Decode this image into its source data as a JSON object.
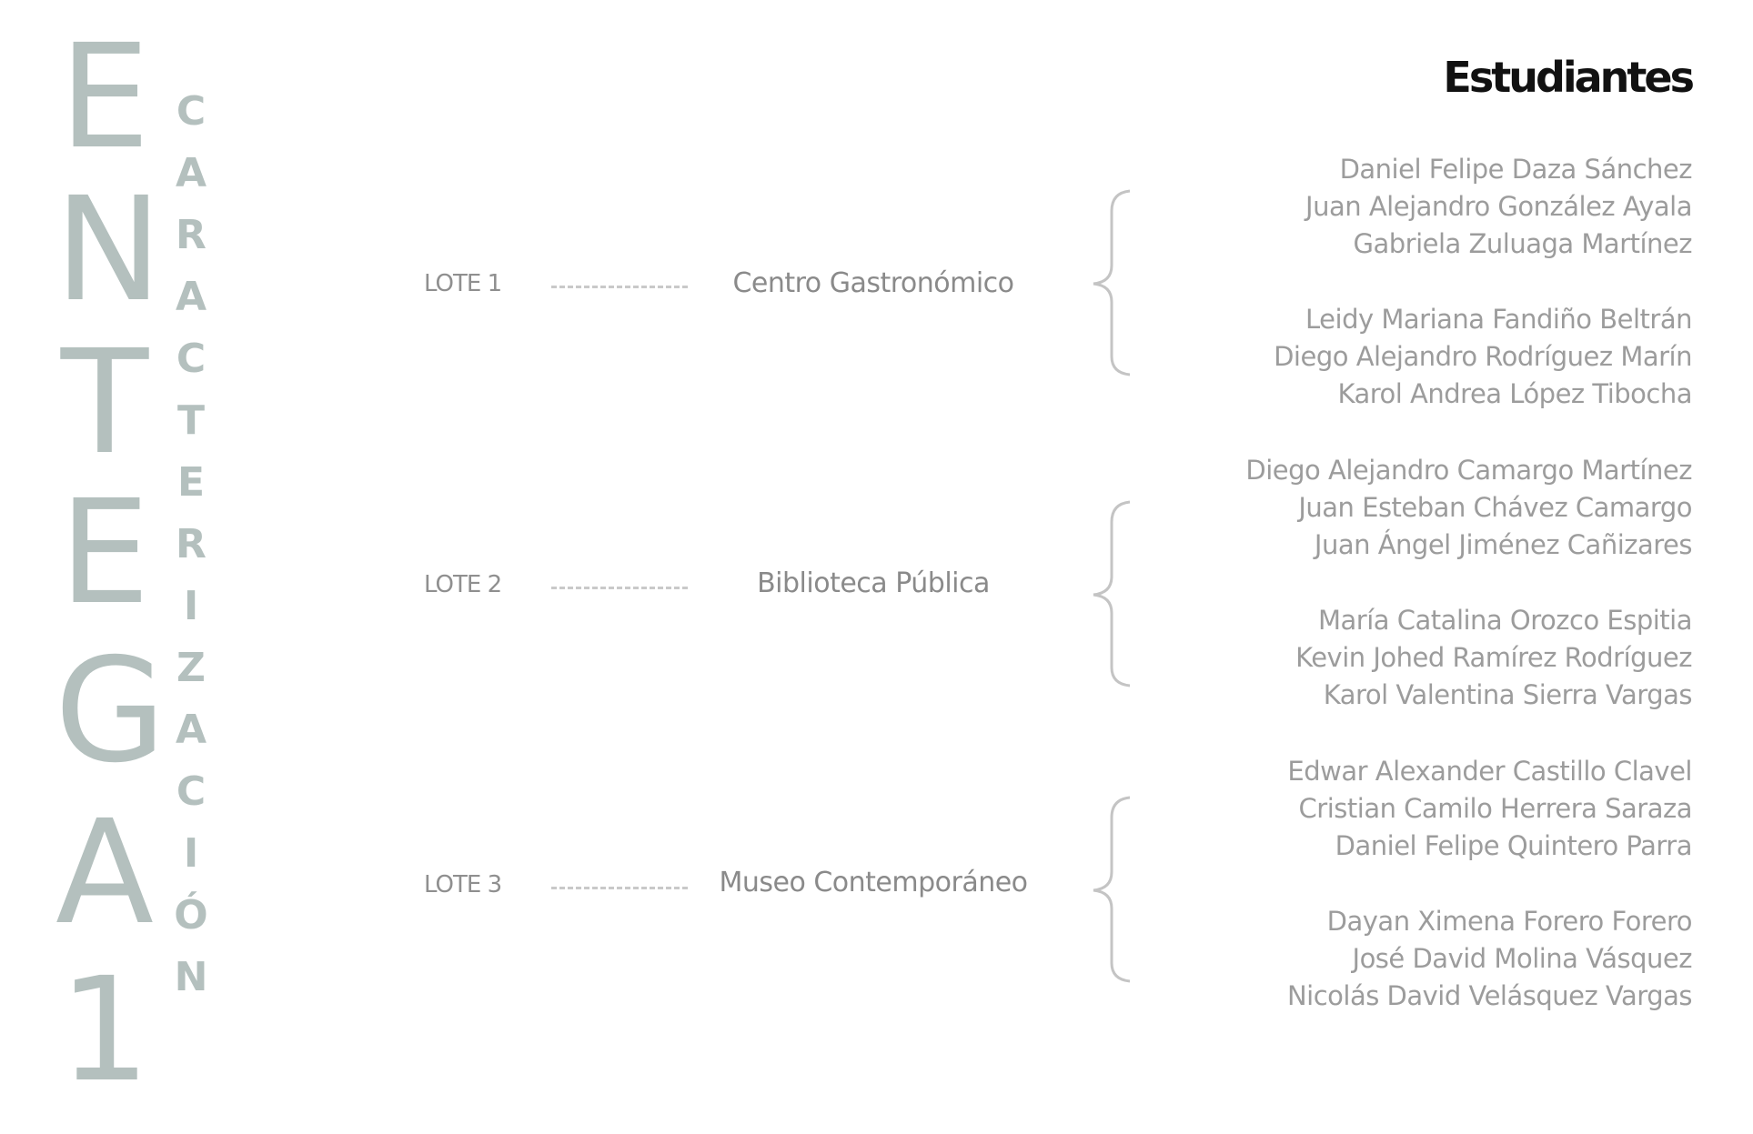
{
  "colors": {
    "accent": "#b4c0be",
    "title": "#111111",
    "text": "#9c9c9c",
    "bracket": "#c4c4c4"
  },
  "side_title": {
    "big_letters": [
      "E",
      "N",
      "T",
      "E",
      "G",
      "A",
      "1"
    ],
    "small_letters": [
      "C",
      "A",
      "R",
      "A",
      "C",
      "T",
      "E",
      "R",
      "I",
      "Z",
      "A",
      "C",
      "I",
      "Ó",
      "N"
    ]
  },
  "header": {
    "title": "Estudiantes"
  },
  "lotes": [
    {
      "label": "LOTE 1",
      "place": "Centro Gastronómico",
      "students_top": [
        "Daniel Felipe Daza Sánchez",
        "Juan Alejandro González Ayala",
        "Gabriela Zuluaga Martínez"
      ],
      "students_bottom": [
        "Leidy Mariana Fandiño Beltrán",
        "Diego Alejandro Rodríguez Marín",
        "Karol Andrea López Tibocha"
      ]
    },
    {
      "label": "LOTE 2",
      "place": "Biblioteca Pública",
      "students_top": [
        "Diego Alejandro Camargo Martínez",
        "Juan Esteban Chávez Camargo",
        "Juan Ángel Jiménez Cañizares"
      ],
      "students_bottom": [
        "María Catalina Orozco Espitia",
        "Kevin Johed Ramírez Rodríguez",
        "Karol Valentina Sierra Vargas"
      ]
    },
    {
      "label": "LOTE 3",
      "place": "Museo Contemporáneo",
      "students_top": [
        "Edwar Alexander Castillo Clavel",
        "Cristian Camilo Herrera Saraza",
        "Daniel Felipe Quintero Parra"
      ],
      "students_bottom": [
        "Dayan Ximena Forero Forero",
        "José David Molina Vásquez",
        "Nicolás David Velásquez Vargas"
      ]
    }
  ]
}
